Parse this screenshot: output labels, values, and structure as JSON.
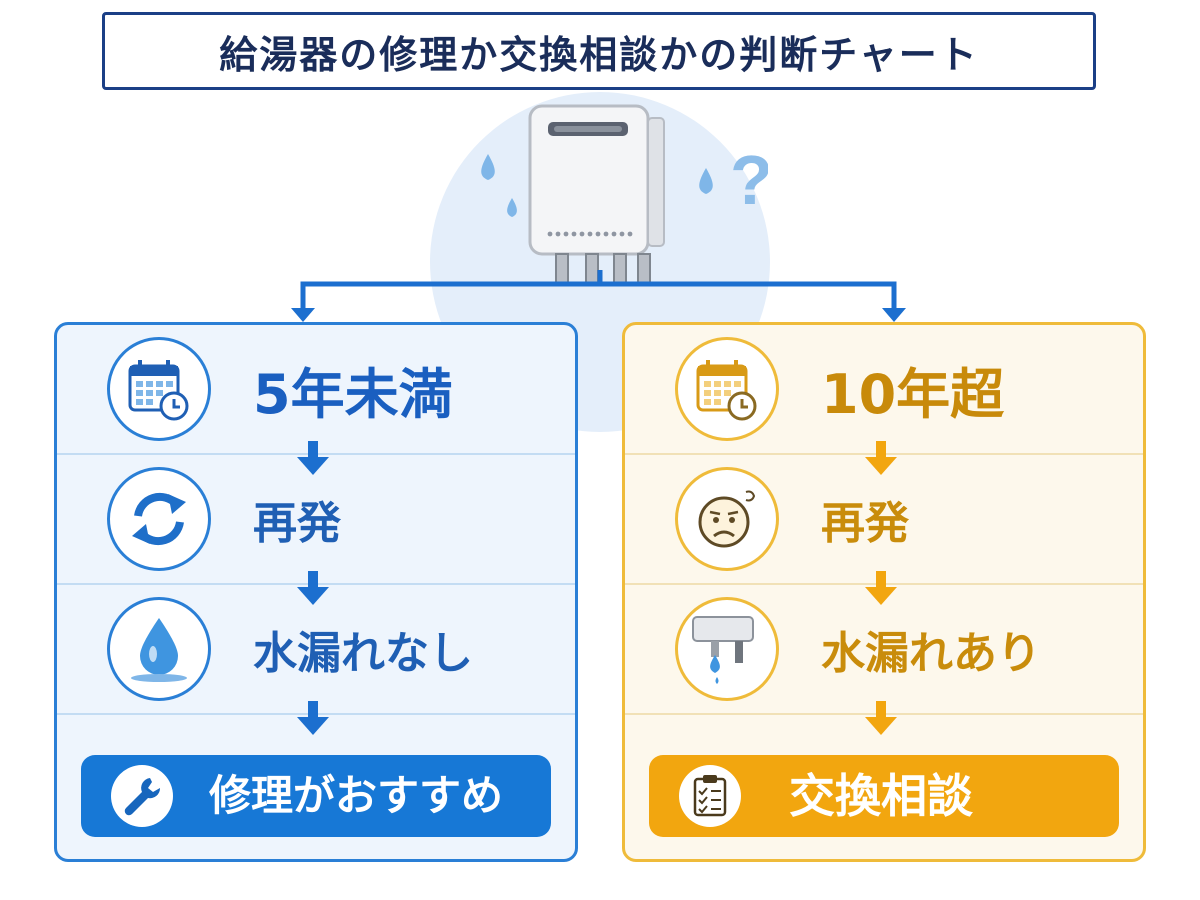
{
  "title": "給湯器の修理か交換相談かの判断チャート",
  "colors": {
    "left_accent": "#1778d6",
    "right_accent": "#f2a60f",
    "title_border": "#1b3f86"
  },
  "icons": {
    "hero": "water-heater-icon",
    "left": [
      "calendar-clock-icon",
      "refresh-cycle-icon",
      "water-drop-icon",
      "wrench-icon"
    ],
    "right": [
      "calendar-clock-icon",
      "worried-face-icon",
      "leaking-pipe-icon",
      "clipboard-checklist-icon"
    ]
  },
  "left": {
    "age": "5年未満",
    "recurrence": "再発",
    "leak": "水漏れなし",
    "result": "修理がおすすめ"
  },
  "right": {
    "age": "10年超",
    "recurrence": "再発",
    "leak": "水漏れあり",
    "result": "交換相談"
  }
}
